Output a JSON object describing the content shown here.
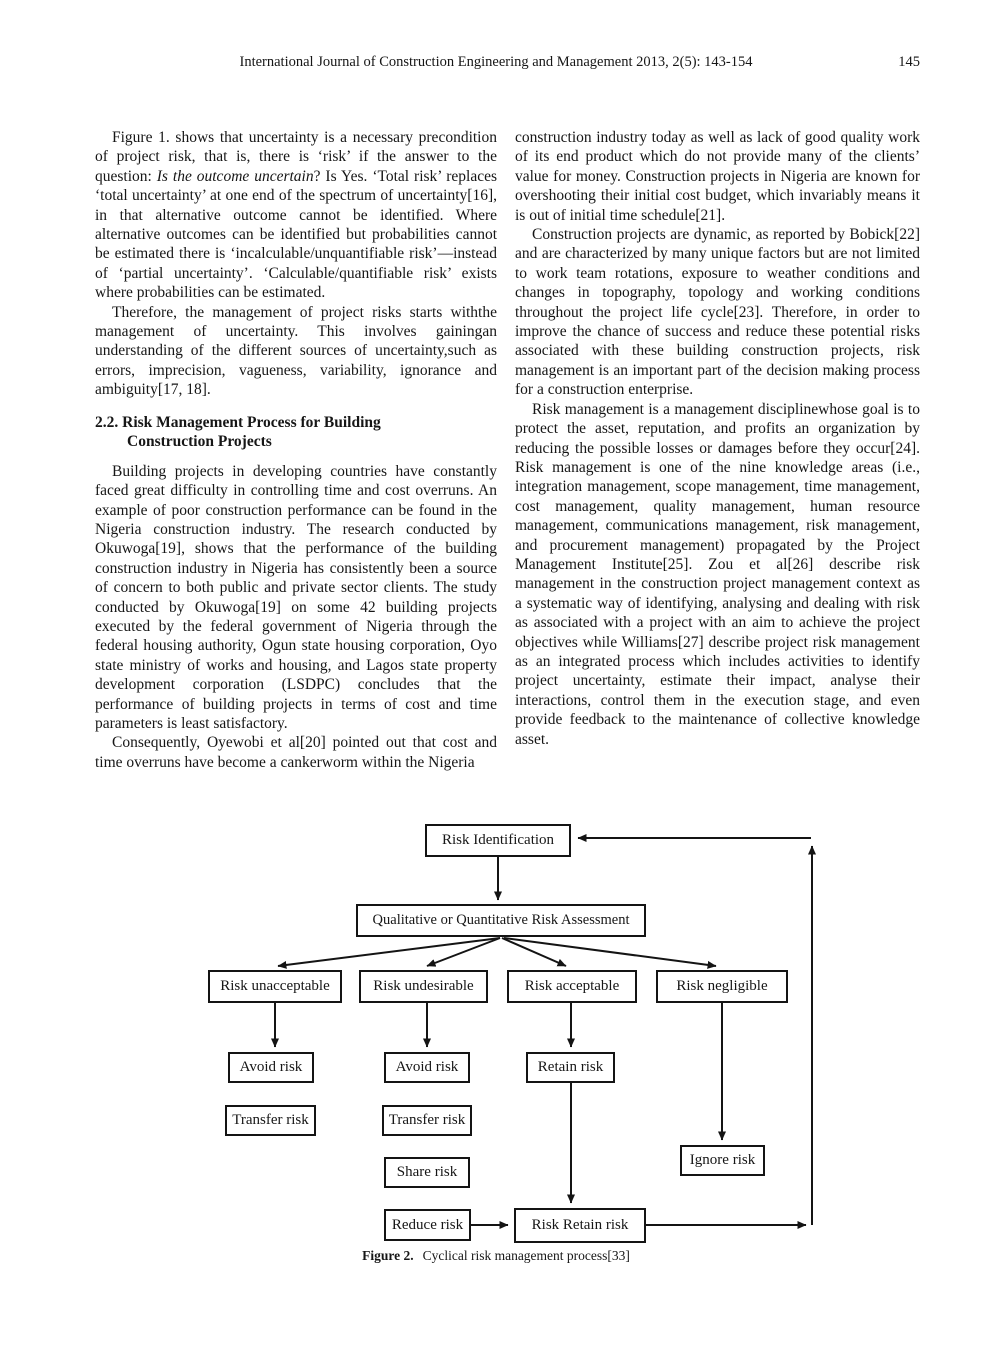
{
  "header": {
    "journal_line": "International Journal of Construction Engineering and Management 2013, 2(5): 143-154",
    "page_number": "145"
  },
  "left_column": {
    "para1_before_italic": "Figure 1. shows that uncertainty is a necessary precondition of project risk, that is, there is ‘risk’ if the answer to the question: ",
    "para1_italic": "Is the outcome uncertain",
    "para1_after_italic": "? Is Yes. ‘Total risk’ replaces ‘total uncertainty’ at one end of the spectrum of uncertainty[16], in that alternative outcome cannot be identified. Where alternative outcomes can be identified but probabilities cannot be estimated there is ‘incalculable/unquantifiable risk’—instead of ‘partial uncertainty’. ‘Calculable/quantifiable risk’ exists where probabilities can be estimated.",
    "para2": "Therefore, the management of project risks starts withthe management of uncertainty. This involves gainingan understanding of the different sources of uncertainty,such as errors, imprecision, vagueness, variability, ignorance and ambiguity[17, 18].",
    "section_heading_line1": "2.2. Risk Management Process for Building",
    "section_heading_line2": "Construction Projects",
    "para3": "Building projects in developing countries have constantly faced great difficulty in controlling time and cost overruns. An example of poor construction performance can be found in the Nigeria construction industry. The research conducted by Okuwoga[19], shows that the performance of the building construction industry in Nigeria has consistently been a source of concern to both public and private sector clients. The study conducted by Okuwoga[19] on some 42 building projects executed by the federal government of Nigeria through the federal housing authority, Ogun state housing corporation, Oyo state ministry of works and housing, and Lagos state property development corporation (LSDPC) concludes that the performance of building projects in terms of cost and time parameters is least satisfactory.",
    "para4": "Consequently, Oyewobi et al[20] pointed out that cost and time overruns have become a cankerworm within the Nigeria"
  },
  "right_column": {
    "para1": "construction industry today as well as lack of good quality work of its end product which do not provide many of the clients’ value for money. Construction projects in Nigeria are known for overshooting their initial cost budget, which invariably means it is out of initial time schedule[21].",
    "para2": "Construction projects are dynamic, as reported by Bobick[22] and are characterized by many unique factors but are not limited to work team rotations, exposure to weather conditions and changes in topography, topology and working conditions throughout the project life cycle[23]. Therefore, in order to improve the chance of success and reduce these potential risks associated with these building construction projects, risk management is an important part of the decision making process for a construction enterprise.",
    "para3": "Risk management is a management disciplinewhose goal is to protect the asset, reputation, and profits an organization by reducing the possible losses or damages before they occur[24]. Risk management is one of the nine knowledge areas (i.e., integration management, scope management, time management, cost management, quality management, human resource management, communications management, risk management, and procurement management) propagated by the Project Management Institute[25]. Zou et al[26] describe risk management in the construction project management context as a systematic way of identifying, analysing and dealing with risk as associated with a project with an aim to achieve the project objectives while Williams[27] describe project risk management as an integrated process which includes activities to identify project uncertainty, estimate their impact, analyse their interactions, control them in the execution stage, and even provide feedback to the maintenance of collective knowledge asset."
  },
  "figure": {
    "caption_label": "Figure 2.",
    "caption_text": "Cyclical risk management process[33]",
    "nodes": {
      "risk_identification": "Risk Identification",
      "assessment": "Qualitative or Quantitative Risk Assessment",
      "risk_unacceptable": "Risk unacceptable",
      "risk_undesirable": "Risk undesirable",
      "risk_acceptable": "Risk acceptable",
      "risk_negligible": "Risk negligible",
      "avoid_risk_1": "Avoid risk",
      "transfer_risk_1": "Transfer risk",
      "avoid_risk_2": "Avoid risk",
      "transfer_risk_2": "Transfer risk",
      "share_risk": "Share risk",
      "reduce_risk": "Reduce risk",
      "retain_risk": "Retain risk",
      "risk_retain_risk": "Risk Retain risk",
      "ignore_risk": "Ignore risk"
    }
  }
}
